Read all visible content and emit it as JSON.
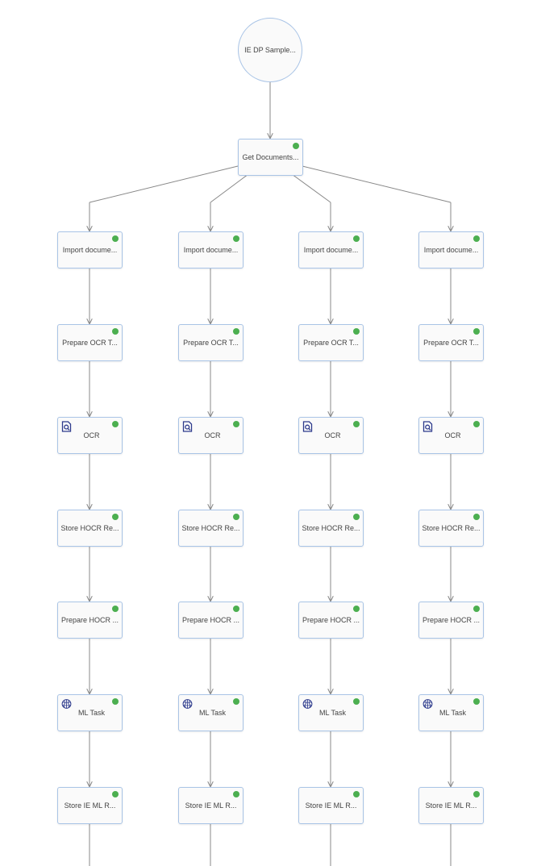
{
  "colors": {
    "node_border": "#a9c4e6",
    "node_fill": "#fafafa",
    "edge": "#888888",
    "status_ok": "#4caf50",
    "icon": "#2d3a8c"
  },
  "start": {
    "label": "IE DP Sample..."
  },
  "root": {
    "label": "Get Documents...",
    "status": "success"
  },
  "branches": [
    {
      "steps": [
        {
          "label": "Import docume...",
          "status": "success",
          "icon": ""
        },
        {
          "label": "Prepare OCR T...",
          "status": "success",
          "icon": ""
        },
        {
          "label": "OCR",
          "status": "success",
          "icon": "ocr-document-icon"
        },
        {
          "label": "Store HOCR Re...",
          "status": "success",
          "icon": ""
        },
        {
          "label": "Prepare HOCR ...",
          "status": "success",
          "icon": ""
        },
        {
          "label": "ML Task",
          "status": "success",
          "icon": "ml-brain-icon"
        },
        {
          "label": "Store IE ML R...",
          "status": "success",
          "icon": ""
        }
      ]
    },
    {
      "steps": [
        {
          "label": "Import docume...",
          "status": "success",
          "icon": ""
        },
        {
          "label": "Prepare OCR T...",
          "status": "success",
          "icon": ""
        },
        {
          "label": "OCR",
          "status": "success",
          "icon": "ocr-document-icon"
        },
        {
          "label": "Store HOCR Re...",
          "status": "success",
          "icon": ""
        },
        {
          "label": "Prepare HOCR ...",
          "status": "success",
          "icon": ""
        },
        {
          "label": "ML Task",
          "status": "success",
          "icon": "ml-brain-icon"
        },
        {
          "label": "Store IE ML R...",
          "status": "success",
          "icon": ""
        }
      ]
    },
    {
      "steps": [
        {
          "label": "Import docume...",
          "status": "success",
          "icon": ""
        },
        {
          "label": "Prepare OCR T...",
          "status": "success",
          "icon": ""
        },
        {
          "label": "OCR",
          "status": "success",
          "icon": "ocr-document-icon"
        },
        {
          "label": "Store HOCR Re...",
          "status": "success",
          "icon": ""
        },
        {
          "label": "Prepare HOCR ...",
          "status": "success",
          "icon": ""
        },
        {
          "label": "ML Task",
          "status": "success",
          "icon": "ml-brain-icon"
        },
        {
          "label": "Store IE ML R...",
          "status": "success",
          "icon": ""
        }
      ]
    },
    {
      "steps": [
        {
          "label": "Import docume...",
          "status": "success",
          "icon": ""
        },
        {
          "label": "Prepare OCR T...",
          "status": "success",
          "icon": ""
        },
        {
          "label": "OCR",
          "status": "success",
          "icon": "ocr-document-icon"
        },
        {
          "label": "Store HOCR Re...",
          "status": "success",
          "icon": ""
        },
        {
          "label": "Prepare HOCR ...",
          "status": "success",
          "icon": ""
        },
        {
          "label": "ML Task",
          "status": "success",
          "icon": "ml-brain-icon"
        },
        {
          "label": "Store IE ML R...",
          "status": "success",
          "icon": ""
        }
      ]
    }
  ]
}
